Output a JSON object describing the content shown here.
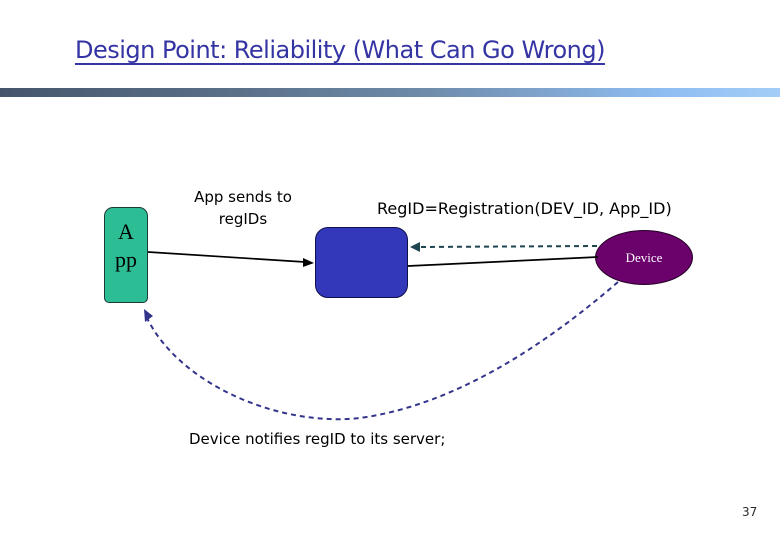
{
  "slide": {
    "title": "Design Point: Reliability (What Can Go Wrong)",
    "page_number": "37"
  },
  "diagram": {
    "app_node_line1": "A",
    "app_node_line2": "pp",
    "app_sends_line1": "App sends to",
    "app_sends_line2": "regIDs",
    "reg_definition": "RegID=Registration(DEV_ID, App_ID)",
    "device_label": "Device",
    "bottom_caption": "Device notifies regID to its server;"
  },
  "colors": {
    "title_text": "#3434a3",
    "divider_left": "#45566b",
    "divider_right": "#a3cdf8",
    "app_node_fill": "#2dbd95",
    "server_node_fill": "#3338bb",
    "device_node_fill": "#6b016b",
    "solid_arrow": "#000000",
    "dashed_teal_arrow": "#1e4550",
    "dashed_navy_arrow": "#34348c"
  }
}
